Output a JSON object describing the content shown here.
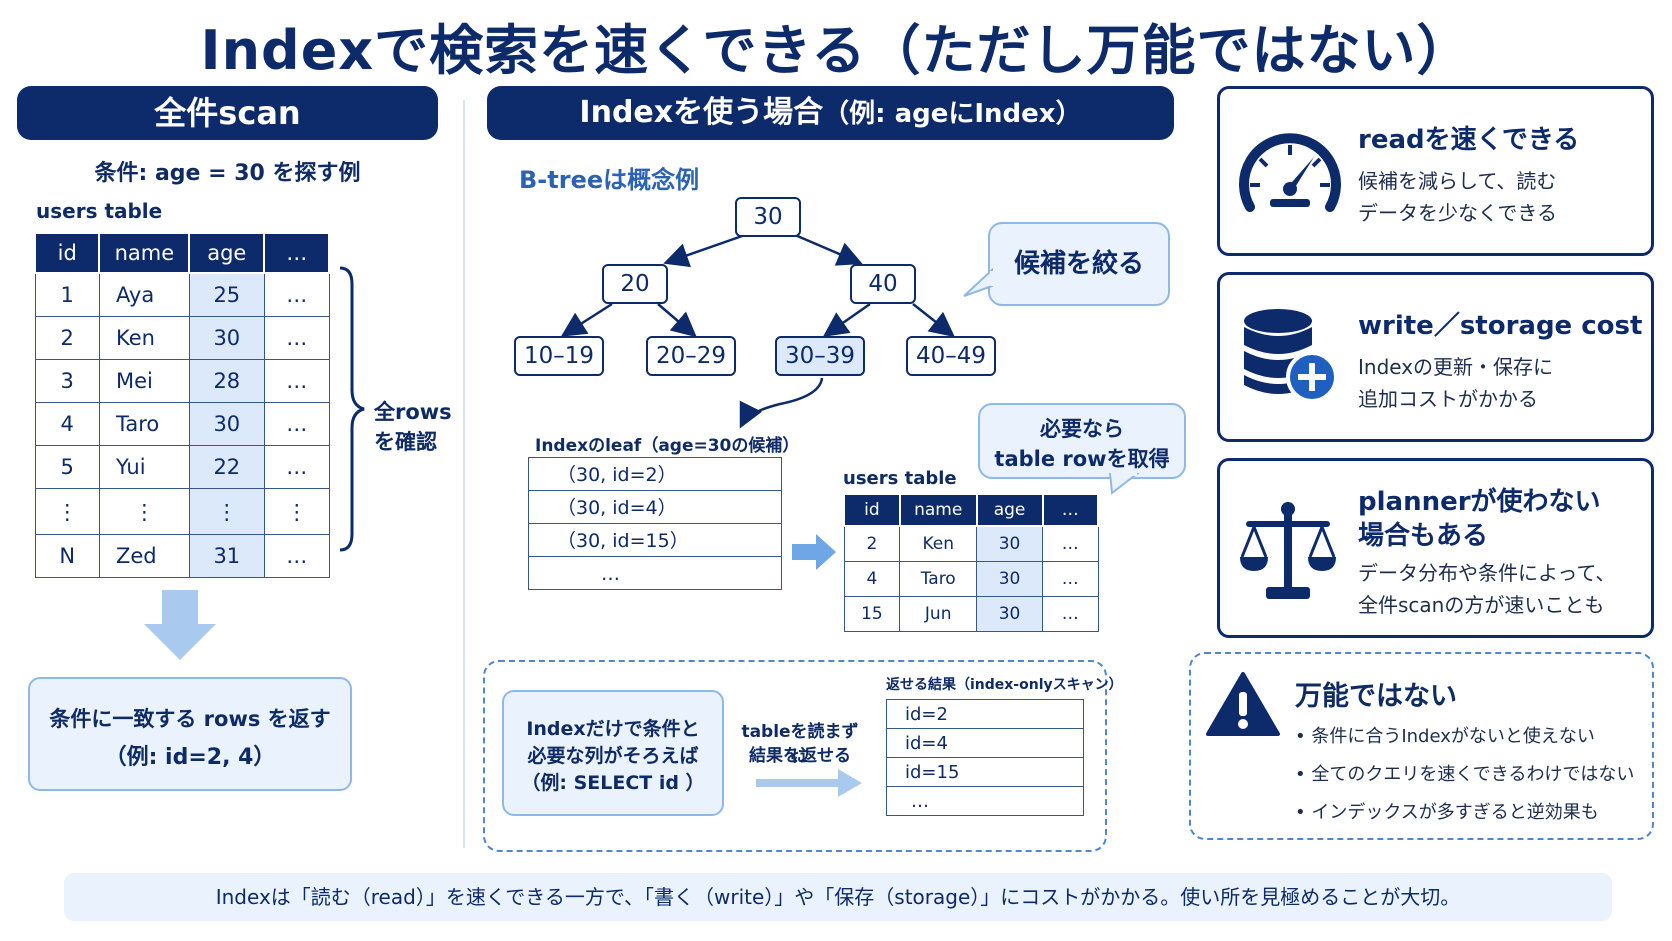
{
  "title": "Indexで検索を速くできる（ただし万能ではない）",
  "full_scan": {
    "header": "全件scan",
    "condition": "条件: age = 30 を探す例",
    "table_label": "users table",
    "columns": [
      "id",
      "name",
      "age",
      "…"
    ],
    "rows": [
      [
        "1",
        "Aya",
        "25",
        "…"
      ],
      [
        "2",
        "Ken",
        "30",
        "…"
      ],
      [
        "3",
        "Mei",
        "28",
        "…"
      ],
      [
        "4",
        "Taro",
        "30",
        "…"
      ],
      [
        "5",
        "Yui",
        "22",
        "…"
      ],
      [
        "⋮",
        "⋮",
        "⋮",
        "⋮"
      ],
      [
        "N",
        "Zed",
        "31",
        "…"
      ]
    ],
    "brace_label_1": "全rows",
    "brace_label_2": "を確認",
    "result_line1": "条件に一致する rows を返す",
    "result_line2": "（例: id=2, 4）"
  },
  "index_case": {
    "header": "Indexを使う場合",
    "header_sub": "（例: ageにIndex）",
    "btree_label": "B-treeは概念例",
    "nodes": {
      "root": "30",
      "left": "20",
      "right": "40",
      "leaf1": "10–19",
      "leaf2": "20–29",
      "leaf3": "30–39",
      "leaf4": "40–49"
    },
    "callout_narrow": "候補を絞る",
    "leaf_label": "Indexのleaf（age=30の候補）",
    "leaf_rows": [
      "（30,  id=2）",
      "（30,  id=4）",
      "（30,  id=15）",
      "…"
    ],
    "callout_fetch_1": "必要なら",
    "callout_fetch_2": "table rowを取得",
    "result_table_label": "users table",
    "result_columns": [
      "id",
      "name",
      "age",
      "…"
    ],
    "result_rows": [
      [
        "2",
        "Ken",
        "30",
        "…"
      ],
      [
        "4",
        "Taro",
        "30",
        "…"
      ],
      [
        "15",
        "Jun",
        "30",
        "…"
      ]
    ],
    "covering_1": "Indexだけで条件と",
    "covering_2": "必要な列がそろえば",
    "covering_3": "（例: SELECT id ）",
    "no_table_1": "tableを読まずに",
    "no_table_2": "結果を返せる",
    "index_only_label": "返せる結果（index-onlyスキャン）",
    "index_only_rows": [
      "id=2",
      "id=4",
      "id=15",
      "…"
    ]
  },
  "cards": [
    {
      "title": "readを速くできる",
      "line1": "候補を減らして、読む",
      "line2": "データを少なくできる",
      "icon": "speedometer-icon"
    },
    {
      "title": "write／storage cost",
      "line1": "Indexの更新・保存に",
      "line2": "追加コストがかかる",
      "icon": "database-plus-icon"
    },
    {
      "title": "plannerが使わない",
      "title2": "場合もある",
      "line1": "データ分布や条件によって、",
      "line2": "全件scanの方が速いことも",
      "icon": "scale-icon"
    }
  ],
  "warning": {
    "title": "万能ではない",
    "items": [
      "• 条件に合うIndexがないと使えない",
      "• 全てのクエリを速くできるわけではない",
      "• インデックスが多すぎると逆効果も"
    ]
  },
  "footer": "Indexは「読む（read）」を速くできる一方で、「書く（write）」や「保存（storage）」にコストがかかる。使い所を見極めることが大切。",
  "colors": {
    "navy": "#0d2a6b",
    "light_blue": "#e9f2fd",
    "accent_blue": "#4f86cf",
    "highlight": "#dbe9fa"
  }
}
